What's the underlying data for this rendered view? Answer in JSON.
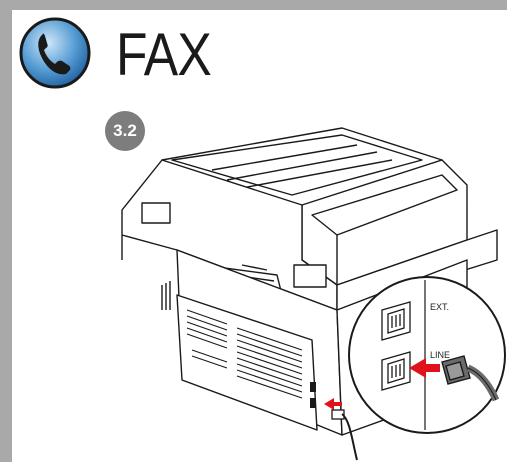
{
  "header": {
    "title": "FAX",
    "icon": "phone-icon",
    "icon_color": "#2a6fb0"
  },
  "step": {
    "label": "3.2"
  },
  "diagram": {
    "subject": "printer-back-view",
    "ports": [
      {
        "label": "EXT."
      },
      {
        "label": "LINE"
      }
    ],
    "arrow_color": "#e0131a"
  }
}
